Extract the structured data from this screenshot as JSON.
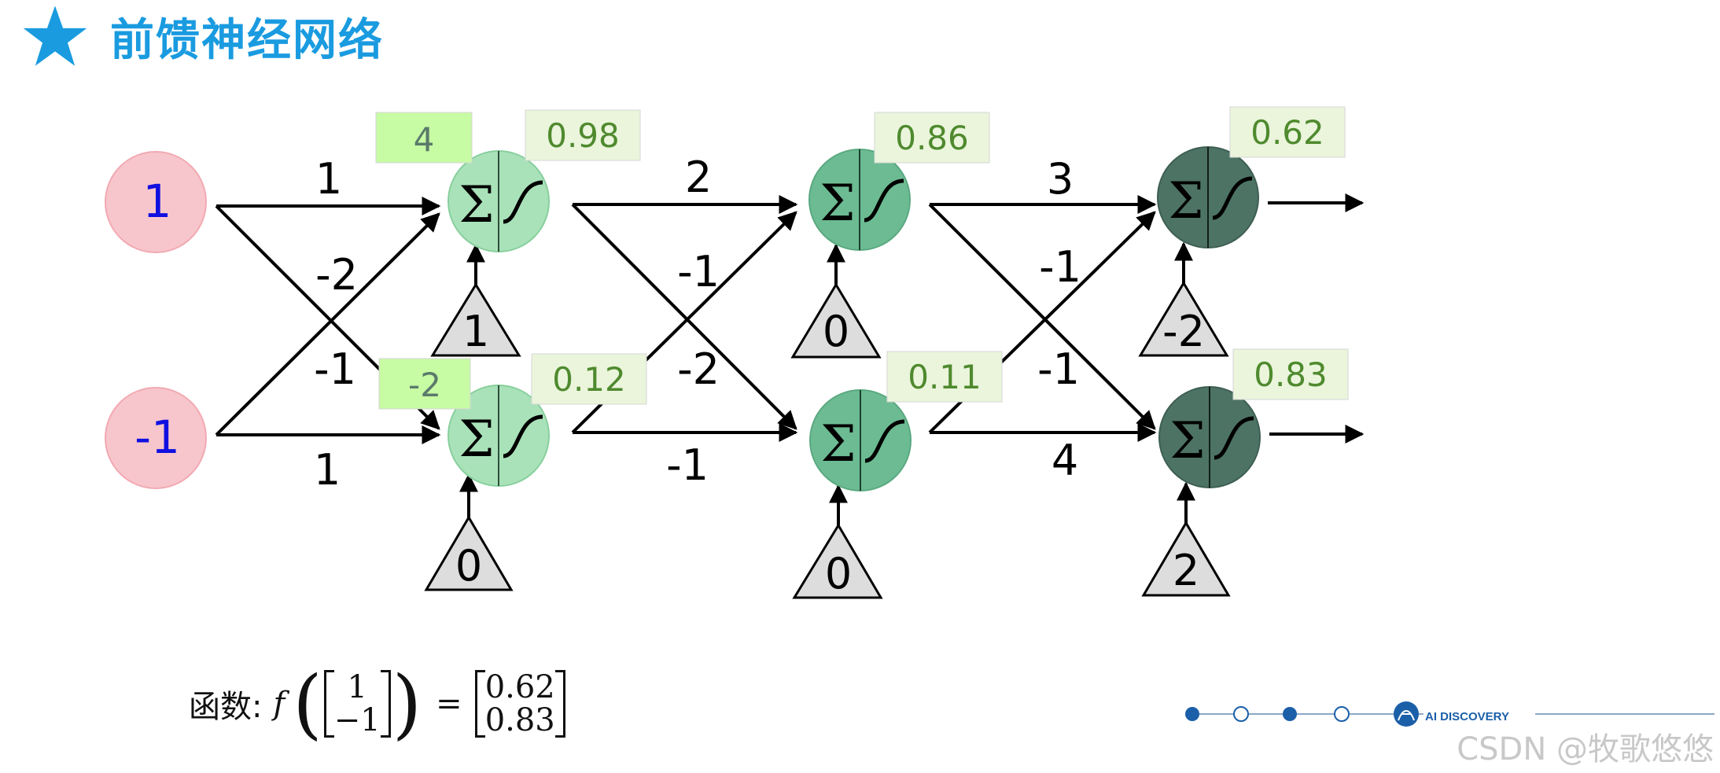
{
  "title": "前馈神经网络",
  "colors": {
    "accent": "#1a9be0",
    "input_fill": "#f7c6cc",
    "input_text": "#1010e0",
    "layer1_fill": "#a9e2b9",
    "layer2_fill": "#6cbb92",
    "layer3_fill": "#4d7365",
    "sum_box": "#c7fba4",
    "out_box": "#eaf5dc",
    "out_text": "#4f8a2e",
    "bias_fill": "#dddddd"
  },
  "icons": {
    "header": "star-icon",
    "neuron": "sum-sigmoid-icon"
  },
  "inputs": [
    "1",
    "-1"
  ],
  "weights": {
    "w1": [
      "1",
      "-2",
      "-1",
      "1"
    ],
    "w2": [
      "2",
      "-1",
      "-2",
      "-1"
    ],
    "w3": [
      "3",
      "-1",
      "-1",
      "4"
    ]
  },
  "biases": [
    "1",
    "0",
    "0",
    "0",
    "-2",
    "2"
  ],
  "sums": [
    "4",
    "-2"
  ],
  "outputs": [
    "0.98",
    "0.12",
    "0.86",
    "0.11",
    "0.62",
    "0.83"
  ],
  "formula": {
    "prefix": "函数:",
    "fname": "f",
    "in_top": "1",
    "in_bottom": "−1",
    "equals": "=",
    "out_top": "0.62",
    "out_bottom": "0.83"
  },
  "footer": {
    "brand": "AI DISCOVERY",
    "watermark": "CSDN @牧歌悠悠"
  }
}
